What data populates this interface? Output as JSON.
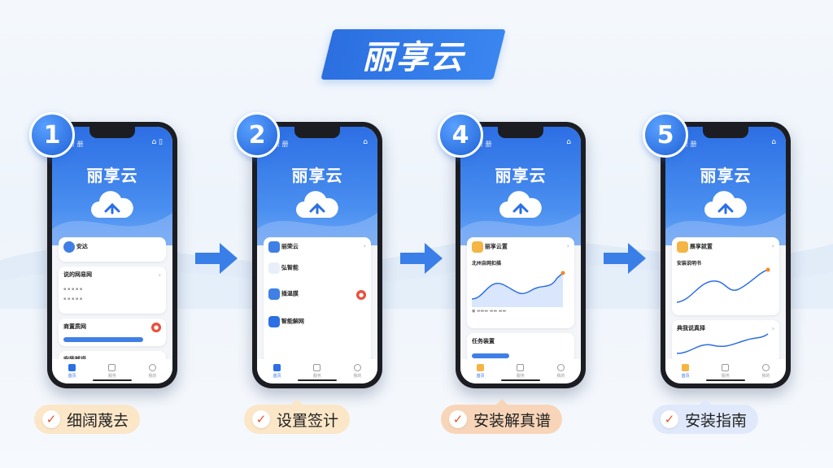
{
  "brand": {
    "title": "丽享云"
  },
  "colors": {
    "primary": "#2d6fe4",
    "accent_red": "#e8503a",
    "pill_peach": "#fbe6c8",
    "pill_blue": "#dfe9fb"
  },
  "steps": [
    {
      "number": "1",
      "app_title": "丽享云",
      "status": "日帮 册",
      "pill": "细阔蔑去",
      "card_a": "安达",
      "card_b_title": "说的网易网",
      "card_c_title": "商置质网",
      "card_d_title": "安装就说"
    },
    {
      "number": "2",
      "app_title": "丽享云",
      "status": "日帮 册",
      "pill": "设置签计",
      "card_a": "丽荣云",
      "card_b_title": "弘智能",
      "card_c_title": "插温膜",
      "card_d_title": "智能解网"
    },
    {
      "number": "4",
      "app_title": "丽享云",
      "status": "日帮 册",
      "pill": "安装解真谱",
      "card_a": "丽享云置",
      "card_b_title": "北州自网扣描",
      "card_c_title": "任务装置"
    },
    {
      "number": "5",
      "app_title": "丽享云",
      "status": "日帮 册",
      "pill": "安装指南",
      "card_a": "展享就置",
      "card_b_title": "安装说明书",
      "card_c_title": "典我说真择"
    }
  ],
  "tabs": [
    "首页",
    "服务",
    "我的"
  ],
  "icons": [
    "cloud-icon",
    "arrow-right-icon",
    "check-icon",
    "chevron-right-icon"
  ]
}
